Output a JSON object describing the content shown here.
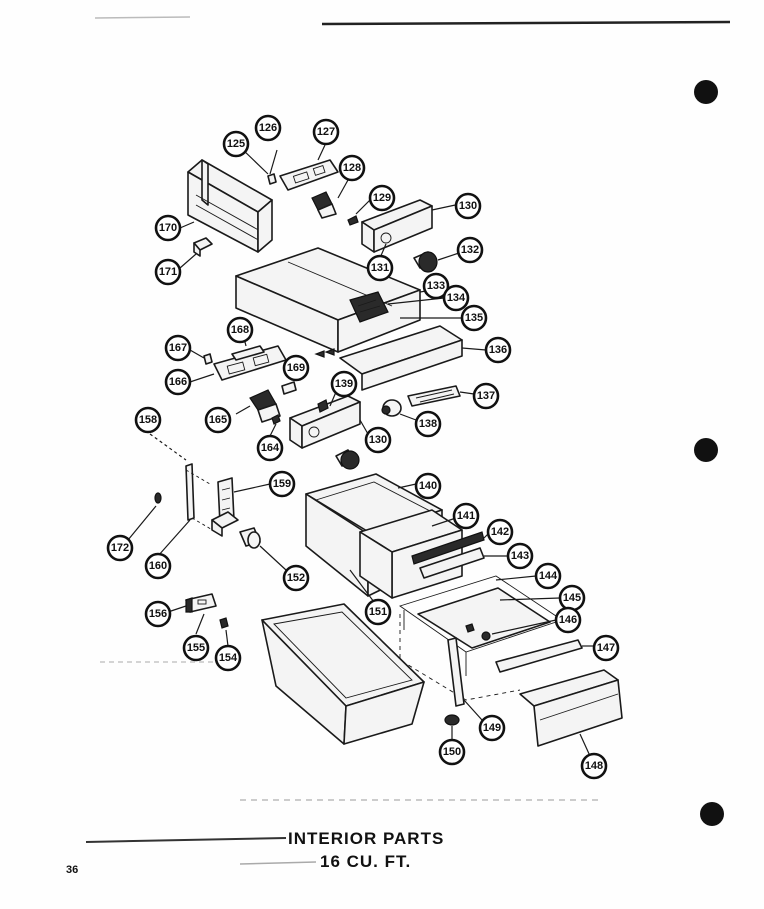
{
  "title": {
    "line1": "INTERIOR PARTS",
    "line2": "16 CU. FT."
  },
  "page_number": "36",
  "colors": {
    "ink": "#111111",
    "paper": "#fefefe"
  },
  "callouts": [
    {
      "id": "c125",
      "label": "125"
    },
    {
      "id": "c126",
      "label": "126"
    },
    {
      "id": "c127",
      "label": "127"
    },
    {
      "id": "c128",
      "label": "128"
    },
    {
      "id": "c129",
      "label": "129"
    },
    {
      "id": "c130a",
      "label": "130"
    },
    {
      "id": "c131",
      "label": "131"
    },
    {
      "id": "c132",
      "label": "132"
    },
    {
      "id": "c133",
      "label": "133"
    },
    {
      "id": "c134",
      "label": "134"
    },
    {
      "id": "c135",
      "label": "135"
    },
    {
      "id": "c136",
      "label": "136"
    },
    {
      "id": "c137",
      "label": "137"
    },
    {
      "id": "c138",
      "label": "138"
    },
    {
      "id": "c139",
      "label": "139"
    },
    {
      "id": "c130b",
      "label": "130"
    },
    {
      "id": "c140",
      "label": "140"
    },
    {
      "id": "c141",
      "label": "141"
    },
    {
      "id": "c142",
      "label": "142"
    },
    {
      "id": "c143",
      "label": "143"
    },
    {
      "id": "c144",
      "label": "144"
    },
    {
      "id": "c145",
      "label": "145"
    },
    {
      "id": "c146",
      "label": "146"
    },
    {
      "id": "c147",
      "label": "147"
    },
    {
      "id": "c148",
      "label": "148"
    },
    {
      "id": "c149",
      "label": "149"
    },
    {
      "id": "c150",
      "label": "150"
    },
    {
      "id": "c151",
      "label": "151"
    },
    {
      "id": "c152",
      "label": "152"
    },
    {
      "id": "c154",
      "label": "154"
    },
    {
      "id": "c155",
      "label": "155"
    },
    {
      "id": "c156",
      "label": "156"
    },
    {
      "id": "c158",
      "label": "158"
    },
    {
      "id": "c159",
      "label": "159"
    },
    {
      "id": "c160",
      "label": "160"
    },
    {
      "id": "c164",
      "label": "164"
    },
    {
      "id": "c165",
      "label": "165"
    },
    {
      "id": "c166",
      "label": "166"
    },
    {
      "id": "c167",
      "label": "167"
    },
    {
      "id": "c168",
      "label": "168"
    },
    {
      "id": "c169",
      "label": "169"
    },
    {
      "id": "c170",
      "label": "170"
    },
    {
      "id": "c171",
      "label": "171"
    },
    {
      "id": "c172",
      "label": "172"
    }
  ]
}
